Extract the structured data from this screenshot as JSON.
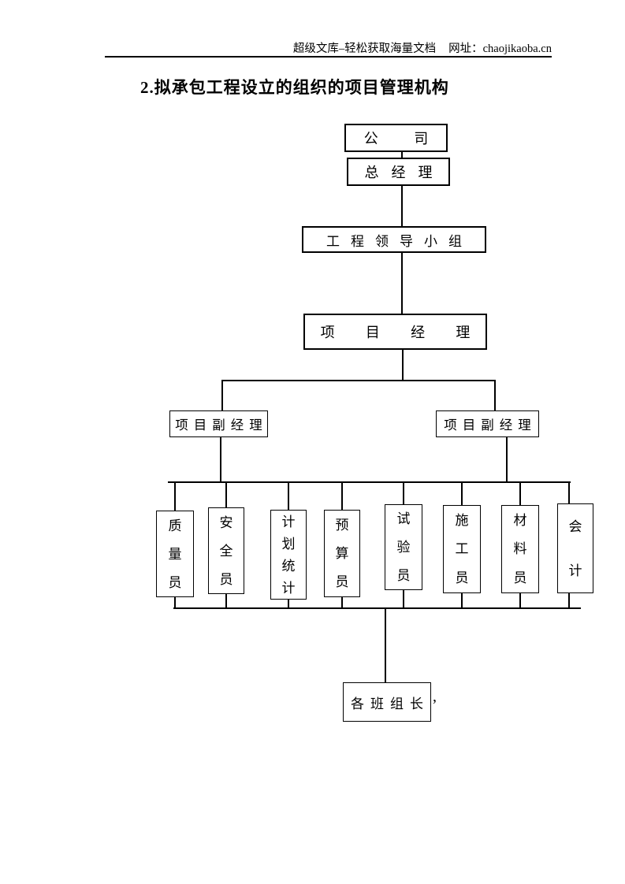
{
  "header": {
    "site": "超级文库–轻松获取海量文档",
    "url": "网址：chaojikaoba.cn"
  },
  "title": "2.拟承包工程设立的组织的项目管理机构",
  "org_chart": {
    "levels": {
      "company": "公司",
      "general_manager": "总经理",
      "leading_group": "工程领导小组",
      "project_manager": "项目经理",
      "deputy_manager_left": "项目副经理",
      "deputy_manager_right": "项目副经理",
      "team_leaders": "各班组长"
    },
    "staff_roles": [
      "质量员",
      "安全员",
      "计划统计",
      "预算员",
      "试验员",
      "施工员",
      "材料员",
      "会计"
    ],
    "trailing_mark": ","
  },
  "colors": {
    "background": "#ffffff",
    "line": "#000000",
    "text": "#000000"
  }
}
